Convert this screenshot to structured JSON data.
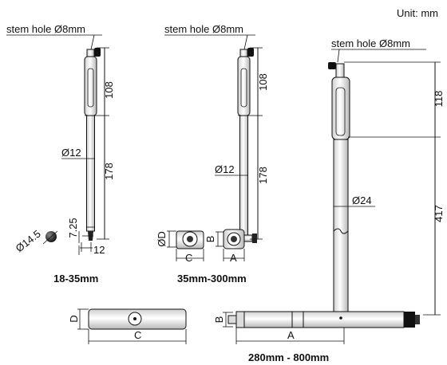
{
  "unit": "Unit: mm",
  "stem_hole": "stem hole Ø8mm",
  "small": {
    "upper_len": "108",
    "lower_len": "178",
    "rod_dia": "Ø12",
    "ball_dia": "Ø14.5",
    "tip_len": "7.25",
    "tip_width": "12",
    "range": "18-35mm"
  },
  "medium": {
    "upper_len": "108",
    "lower_len": "178",
    "rod_dia": "Ø12",
    "side_d": "ØD",
    "side_c": "C",
    "side_b": "B",
    "side_a": "A",
    "range": "35mm-300mm"
  },
  "large": {
    "upper_len": "118",
    "lower_len": "417",
    "rod_dia": "Ø24",
    "dim_a": "A",
    "dim_b": "B",
    "range": "280mm - 800mm"
  },
  "bar": {
    "dim_d": "D",
    "dim_c": "C"
  }
}
